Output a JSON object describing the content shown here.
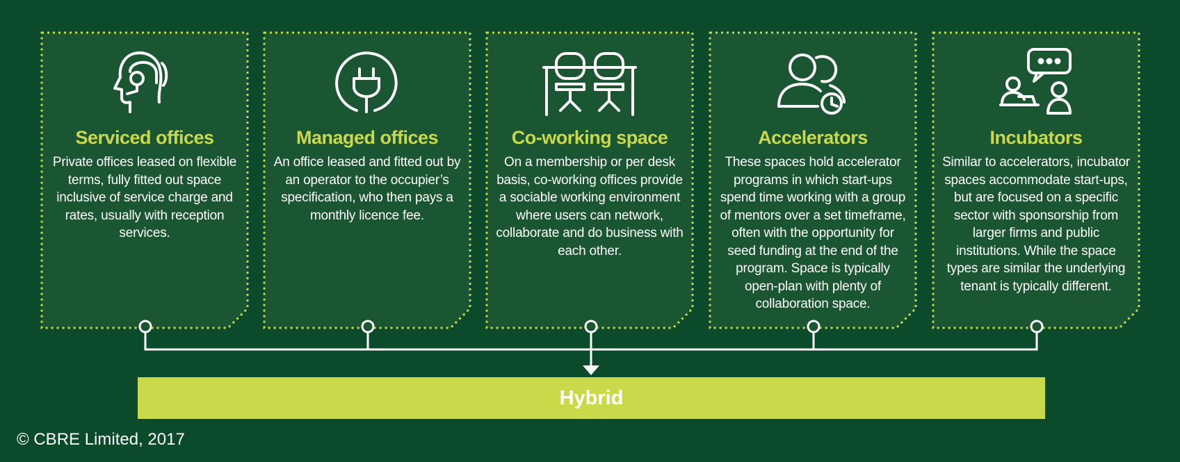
{
  "cards": [
    {
      "icon": "headset-icon",
      "title": "Serviced offices",
      "description": "Private offices leased on flexible terms, fully fitted out space inclusive of service charge and rates, usually with reception services."
    },
    {
      "icon": "plug-icon",
      "title": "Managed offices",
      "description": "An office leased and fitted out by an operator to the occupier’s specification, who then pays a monthly licence fee."
    },
    {
      "icon": "desks-icon",
      "title": "Co-working space",
      "description": "On a membership or per desk basis, co-working offices provide a sociable working environment where users can network, collaborate and do business with each other."
    },
    {
      "icon": "people-clock-icon",
      "title": "Accelerators",
      "description": "These spaces hold accelerator programs in which start-ups spend time working with a group of mentors over a set timeframe, often with the opportunity for seed funding at the end of the program. Space is typically open-plan with plenty of collaboration space."
    },
    {
      "icon": "mentor-chat-icon",
      "title": "Incubators",
      "description": "Similar to accelerators, incubator spaces accommodate start-ups, but are focused on a specific sector with sponsorship from larger firms and public institutions. While the space types are similar the underlying tenant is typically different."
    }
  ],
  "hybrid_label": "Hybrid",
  "copyright": "© CBRE Limited, 2017",
  "colors": {
    "background": "#0c4a2c",
    "card": "#1b5633",
    "accent": "#cad94a",
    "text": "#ffffff"
  }
}
